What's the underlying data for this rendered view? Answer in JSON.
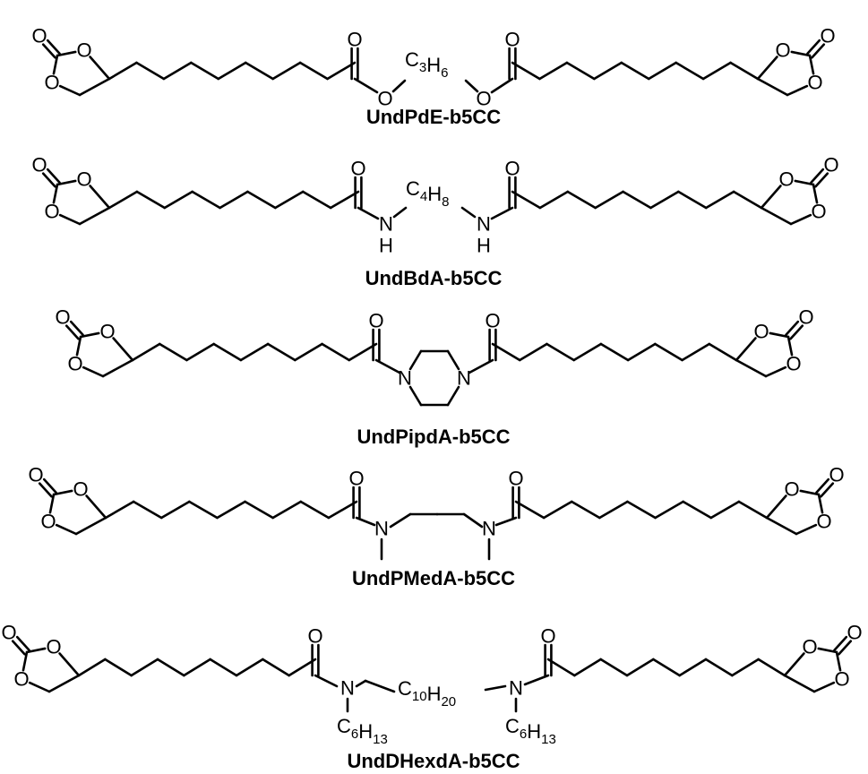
{
  "molecules": [
    {
      "name": "UndPdE-b5CC",
      "linker": {
        "type": "ester",
        "text": "C3H6",
        "main": [
          "C",
          "H"
        ],
        "subs": [
          "3",
          "6"
        ]
      }
    },
    {
      "name": "UndBdA-b5CC",
      "linker": {
        "type": "sec-amide",
        "text": "C4H8",
        "main": [
          "C",
          "H"
        ],
        "subs": [
          "4",
          "8"
        ]
      }
    },
    {
      "name": "UndPipdA-b5CC",
      "linker": {
        "type": "piperazine"
      }
    },
    {
      "name": "UndPMedA-b5CC",
      "linker": {
        "type": "n-methyl-propyl"
      }
    },
    {
      "name": "UndDHexdA-b5CC",
      "linker": {
        "type": "n-hexyl-decyl",
        "text": "C10H20",
        "main": [
          "C",
          "H"
        ],
        "subs": [
          "10",
          "20"
        ],
        "sidechain": {
          "main": [
            "C",
            "H"
          ],
          "subs": [
            "6",
            "13"
          ]
        }
      }
    }
  ],
  "atoms": {
    "oxygen": "O",
    "nitrogen": "N",
    "hydrogen": "H"
  }
}
